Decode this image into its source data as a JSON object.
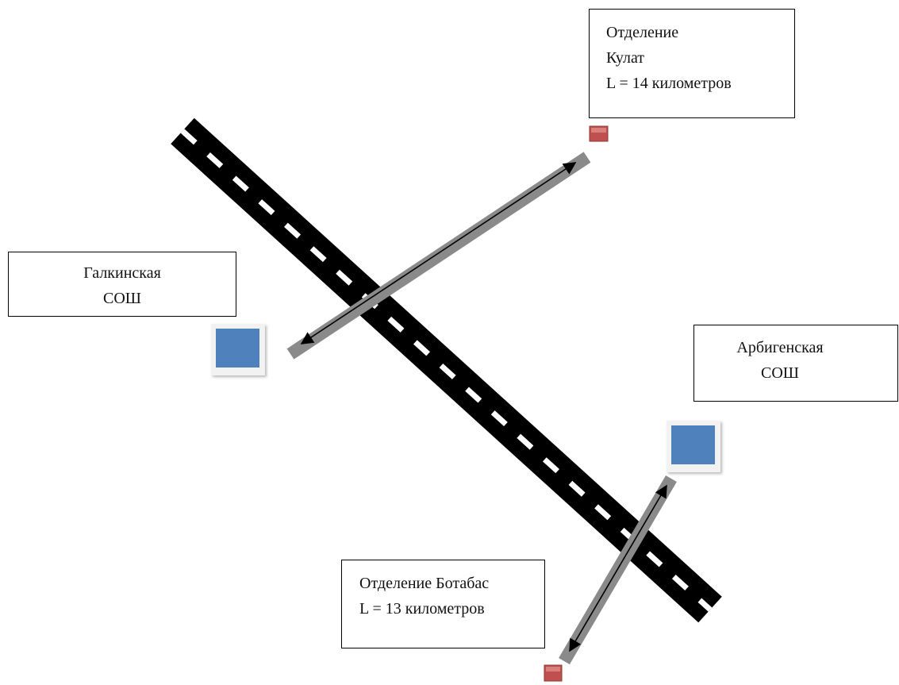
{
  "labels": {
    "kulat": {
      "line1": "Отделение",
      "line2": "Кулат",
      "line3": "L = 14 километров"
    },
    "galkinskaya": {
      "line1": "Галкинская",
      "line2": "СОШ"
    },
    "arbigenskaya": {
      "line1": "Арбигенская",
      "line2": "СОШ"
    },
    "botabas": {
      "line1": "Отделение Ботабас",
      "line2": "L = 13 километров"
    }
  },
  "colors": {
    "road": "#000000",
    "road_marking": "#ffffff",
    "route": "#8a8a8a",
    "route_arrow": "#000000",
    "school_marker": "#4f81bd",
    "branch_marker": "#c0504d"
  },
  "icons": {
    "school": "school-square-icon",
    "branch": "branch-square-icon"
  }
}
